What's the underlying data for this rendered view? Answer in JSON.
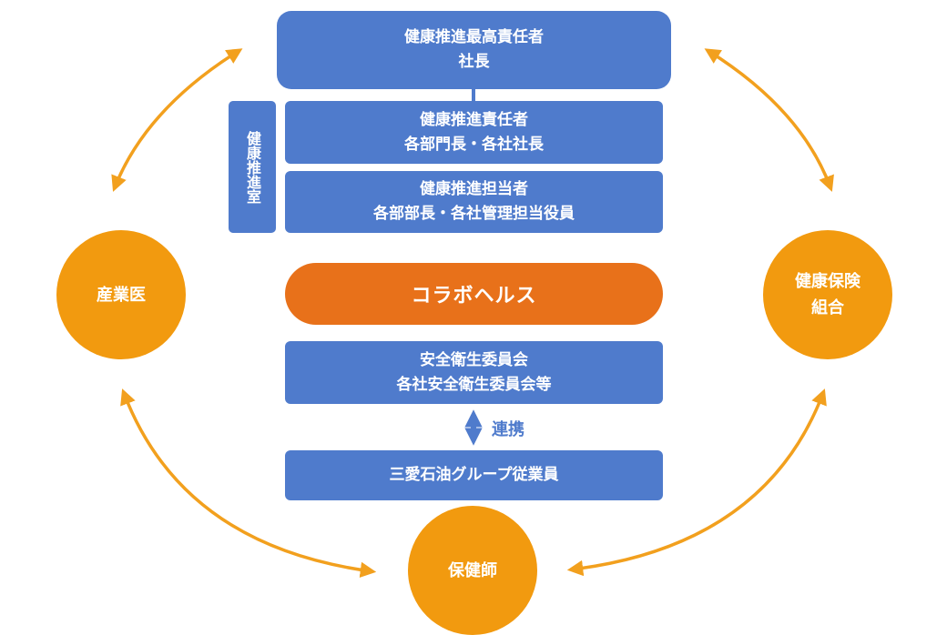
{
  "boxes": {
    "top": {
      "line1": "健康推進最高責任者",
      "line2": "社長"
    },
    "mid1": {
      "line1": "健康推進責任者",
      "line2": "各部門長・各社社長"
    },
    "mid2": {
      "line1": "健康推進担当者",
      "line2": "各部部長・各社管理担当役員"
    },
    "committee": {
      "line1": "安全衛生委員会",
      "line2": "各社安全衛生委員会等"
    },
    "employees": {
      "line1": "三愛石油グループ従業員"
    }
  },
  "vertical_label": "健康推進室",
  "pill": "コラボヘルス",
  "link_label": "連携",
  "circles": {
    "left": {
      "line1": "産業医"
    },
    "right": {
      "line1": "健康保険",
      "line2": "組合"
    },
    "bottom": {
      "line1": "保健師"
    }
  },
  "colors": {
    "box_blue": "#4f7bcc",
    "circle_orange": "#f29a0f",
    "pill_orange": "#e8711a",
    "arrow_orange": "#f2a01e"
  }
}
